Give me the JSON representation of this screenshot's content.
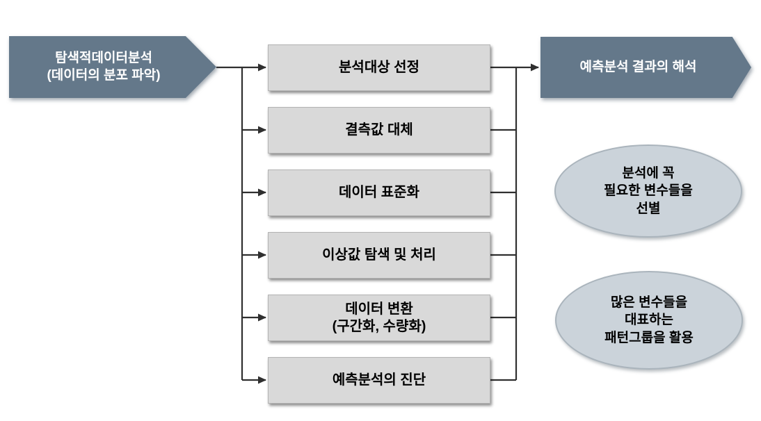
{
  "diagram": {
    "left_chevron": {
      "line1": "탐색적데이터분석",
      "line2": "(데이터의 분포 파악)"
    },
    "right_chevron": {
      "label": "예측분석 결과의 해석"
    },
    "steps": [
      {
        "line1": "분석대상 선정",
        "line2": ""
      },
      {
        "line1": "결측값 대체",
        "line2": ""
      },
      {
        "line1": "데이터 표준화",
        "line2": ""
      },
      {
        "line1": "이상값 탐색 및 처리",
        "line2": ""
      },
      {
        "line1": "데이터 변환",
        "line2": "(구간화, 수량화)"
      },
      {
        "line1": "예측분석의 진단",
        "line2": ""
      }
    ],
    "ellipses": [
      {
        "line1": "분석에 꼭",
        "line2": "필요한 변수들을",
        "line3": "선별"
      },
      {
        "line1": "많은 변수들을",
        "line2": "대표하는",
        "line3": "패턴그룹을 활용"
      }
    ],
    "colors": {
      "chevron_fill": "#64788a",
      "step_fill": "#d9d9d9",
      "ellipse_fill": "#cbd3da",
      "connector_line": "#2f2f2f",
      "background": "#ffffff"
    }
  }
}
